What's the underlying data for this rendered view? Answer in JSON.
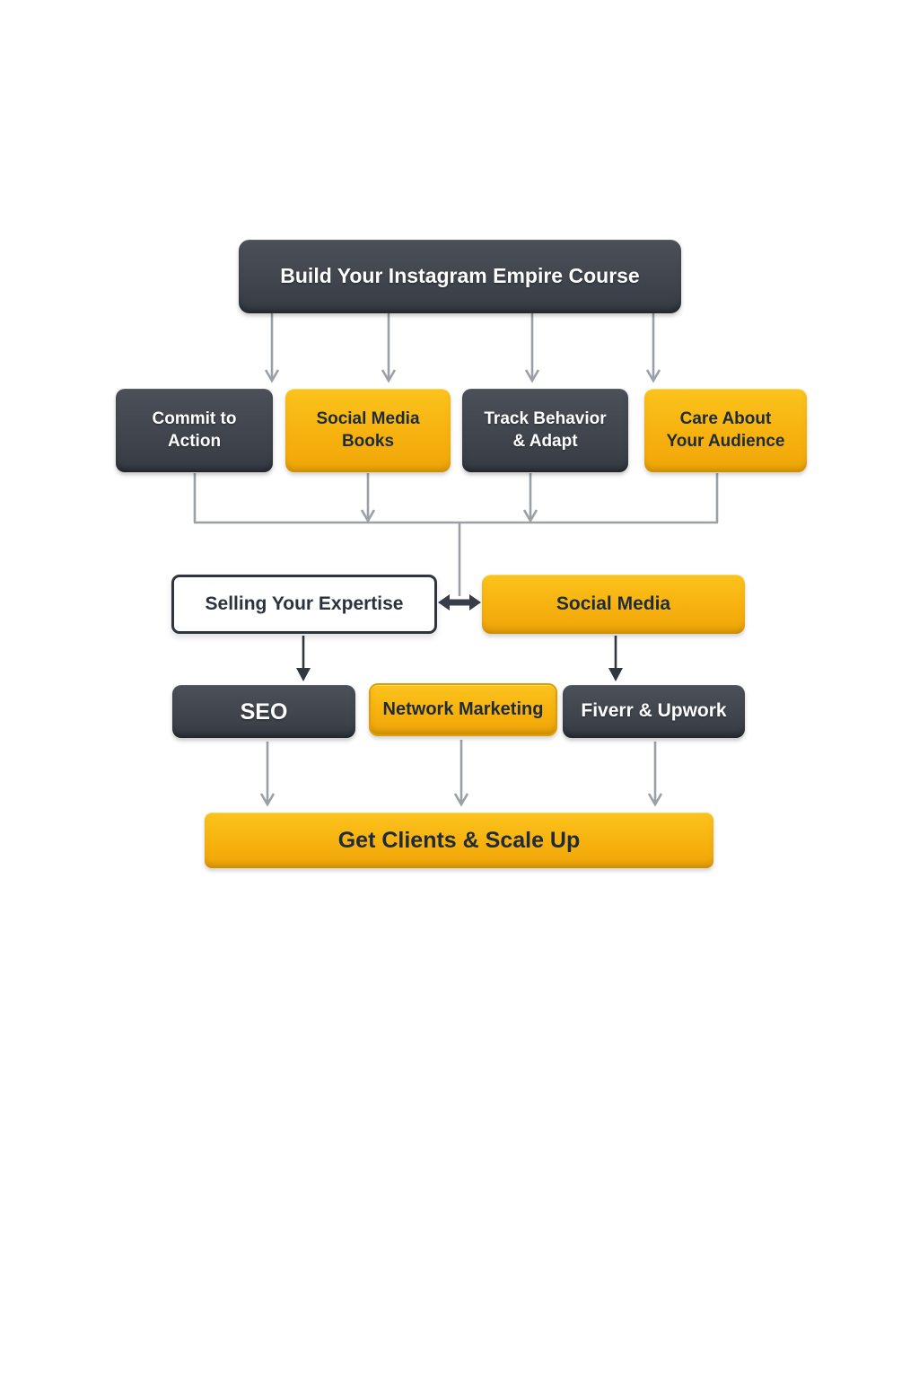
{
  "flowchart": {
    "root": {
      "label": "Build Your Instagram Empire Course",
      "variant": "dark"
    },
    "pillars": [
      {
        "label": "Commit to Action",
        "variant": "dark"
      },
      {
        "label": "Social Media Books",
        "variant": "yellow"
      },
      {
        "label": "Track Behavior & Adapt",
        "variant": "dark"
      },
      {
        "label": "Care About Your Audience",
        "variant": "yellow"
      }
    ],
    "paths": [
      {
        "label": "Selling Your Expertise",
        "variant": "outline"
      },
      {
        "label": "Social Media",
        "variant": "yellow"
      }
    ],
    "channels": [
      {
        "label": "SEO",
        "variant": "dark"
      },
      {
        "label": "Network Marketing",
        "variant": "yellow"
      },
      {
        "label": "Fiverr & Upwork",
        "variant": "dark"
      }
    ],
    "goal": {
      "label": "Get Clients & Scale Up",
      "variant": "yellow"
    },
    "colors": {
      "dark_box": "#40454e",
      "yellow_box": "#f6b00e",
      "text_on_dark": "#ffffff",
      "text_on_yellow": "#1d2b3a",
      "connector_gray": "#9aa0a6",
      "connector_dark": "#373e47"
    }
  }
}
